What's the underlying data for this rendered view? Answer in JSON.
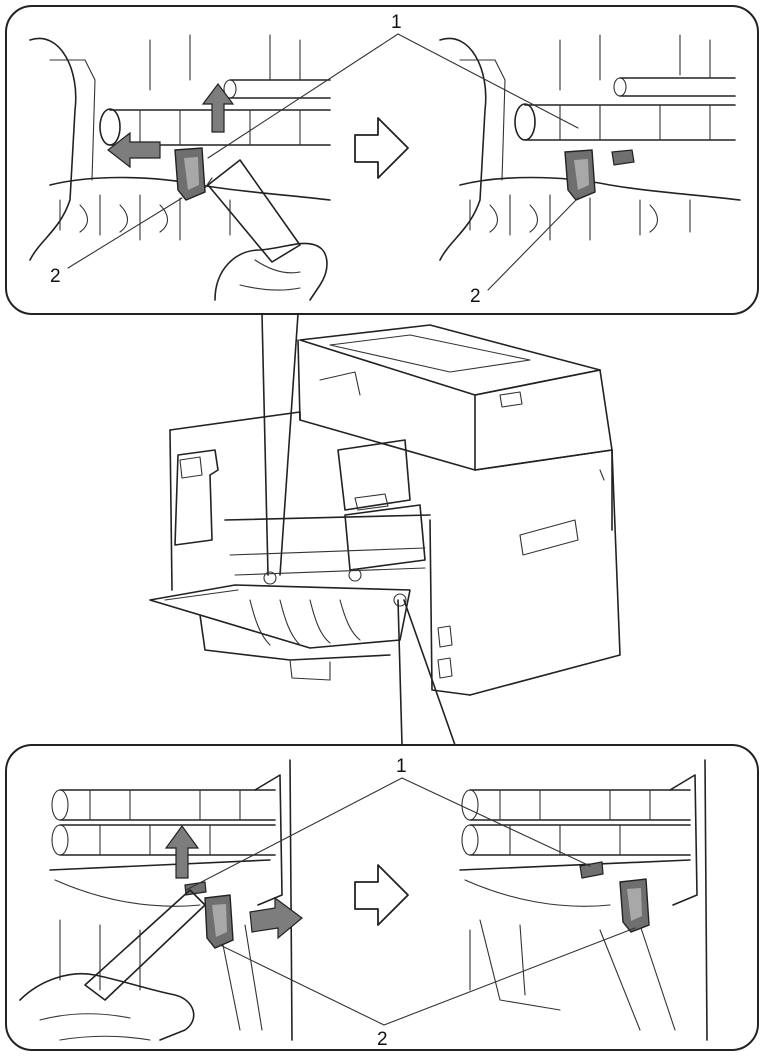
{
  "callouts": {
    "top_left_1": "1",
    "top_left_2": "2",
    "top_right_2": "2",
    "bottom_1": "1",
    "bottom_2": "2"
  },
  "colors": {
    "line": "#222222",
    "lever": "#6f6f6f",
    "lever_light": "#a8a8a8",
    "arrow_fill": "#7d7d7d",
    "background": "#ffffff"
  },
  "icons": {
    "step_arrow": "hollow-right-arrow",
    "move_arrow": "filled-arrow"
  }
}
